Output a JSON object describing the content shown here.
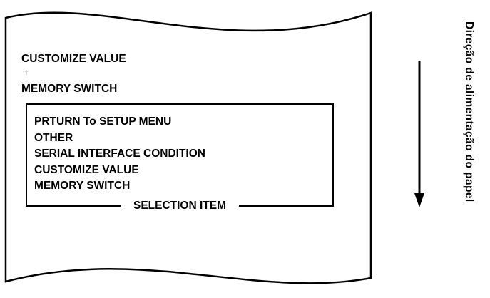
{
  "printout": {
    "top_line": "CUSTOMIZE VALUE",
    "arrow_glyph": "↑",
    "bottom_line": "MEMORY SWITCH"
  },
  "menu": {
    "items": [
      "PRTURN To SETUP MENU",
      "OTHER",
      "SERIAL INTERFACE CONDITION",
      "CUSTOMIZE VALUE",
      "MEMORY SWITCH"
    ],
    "caption": "SELECTION ITEM"
  },
  "feed": {
    "direction_label": "Direção de alimentação do papel",
    "arrow_icon": "arrow-down-icon"
  },
  "colors": {
    "ink": "#000000",
    "paper": "#ffffff"
  }
}
